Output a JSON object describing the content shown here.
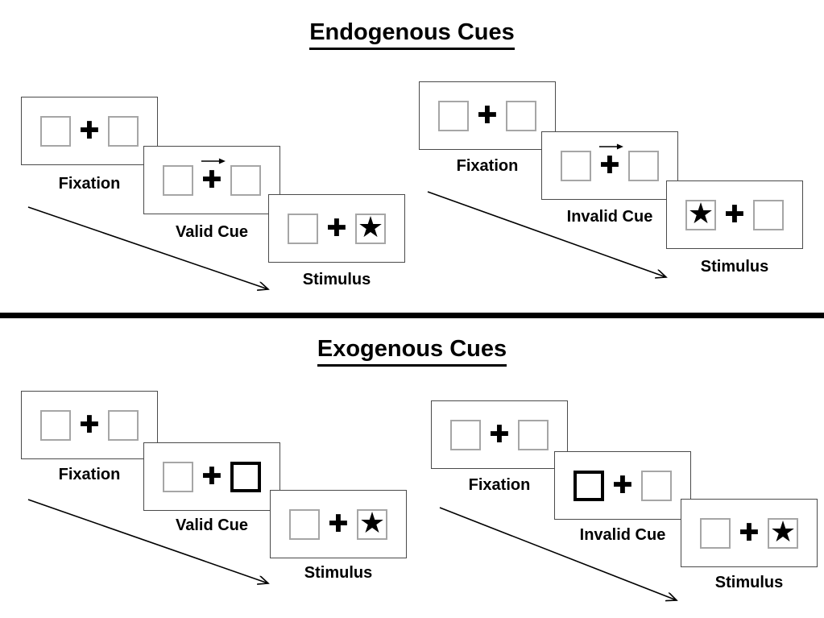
{
  "glyphs": {
    "plus": "✚",
    "star": "★"
  },
  "colors": {
    "ink": "#000000",
    "panel_border": "#4a4a4a",
    "box_border": "#a6a6a6",
    "cue_box_border": "#000000"
  },
  "sections": [
    {
      "title": "Endogenous Cues",
      "sequences": [
        {
          "name": "endogenous-valid",
          "panels": [
            {
              "label": "Fixation"
            },
            {
              "label": "Valid Cue"
            },
            {
              "label": "Stimulus"
            }
          ]
        },
        {
          "name": "endogenous-invalid",
          "panels": [
            {
              "label": "Fixation"
            },
            {
              "label": "Invalid Cue"
            },
            {
              "label": "Stimulus"
            }
          ]
        }
      ]
    },
    {
      "title": "Exogenous Cues",
      "sequences": [
        {
          "name": "exogenous-valid",
          "panels": [
            {
              "label": "Fixation"
            },
            {
              "label": "Valid Cue"
            },
            {
              "label": "Stimulus"
            }
          ]
        },
        {
          "name": "exogenous-invalid",
          "panels": [
            {
              "label": "Fixation"
            },
            {
              "label": "Invalid Cue"
            },
            {
              "label": "Stimulus"
            }
          ]
        }
      ]
    }
  ]
}
